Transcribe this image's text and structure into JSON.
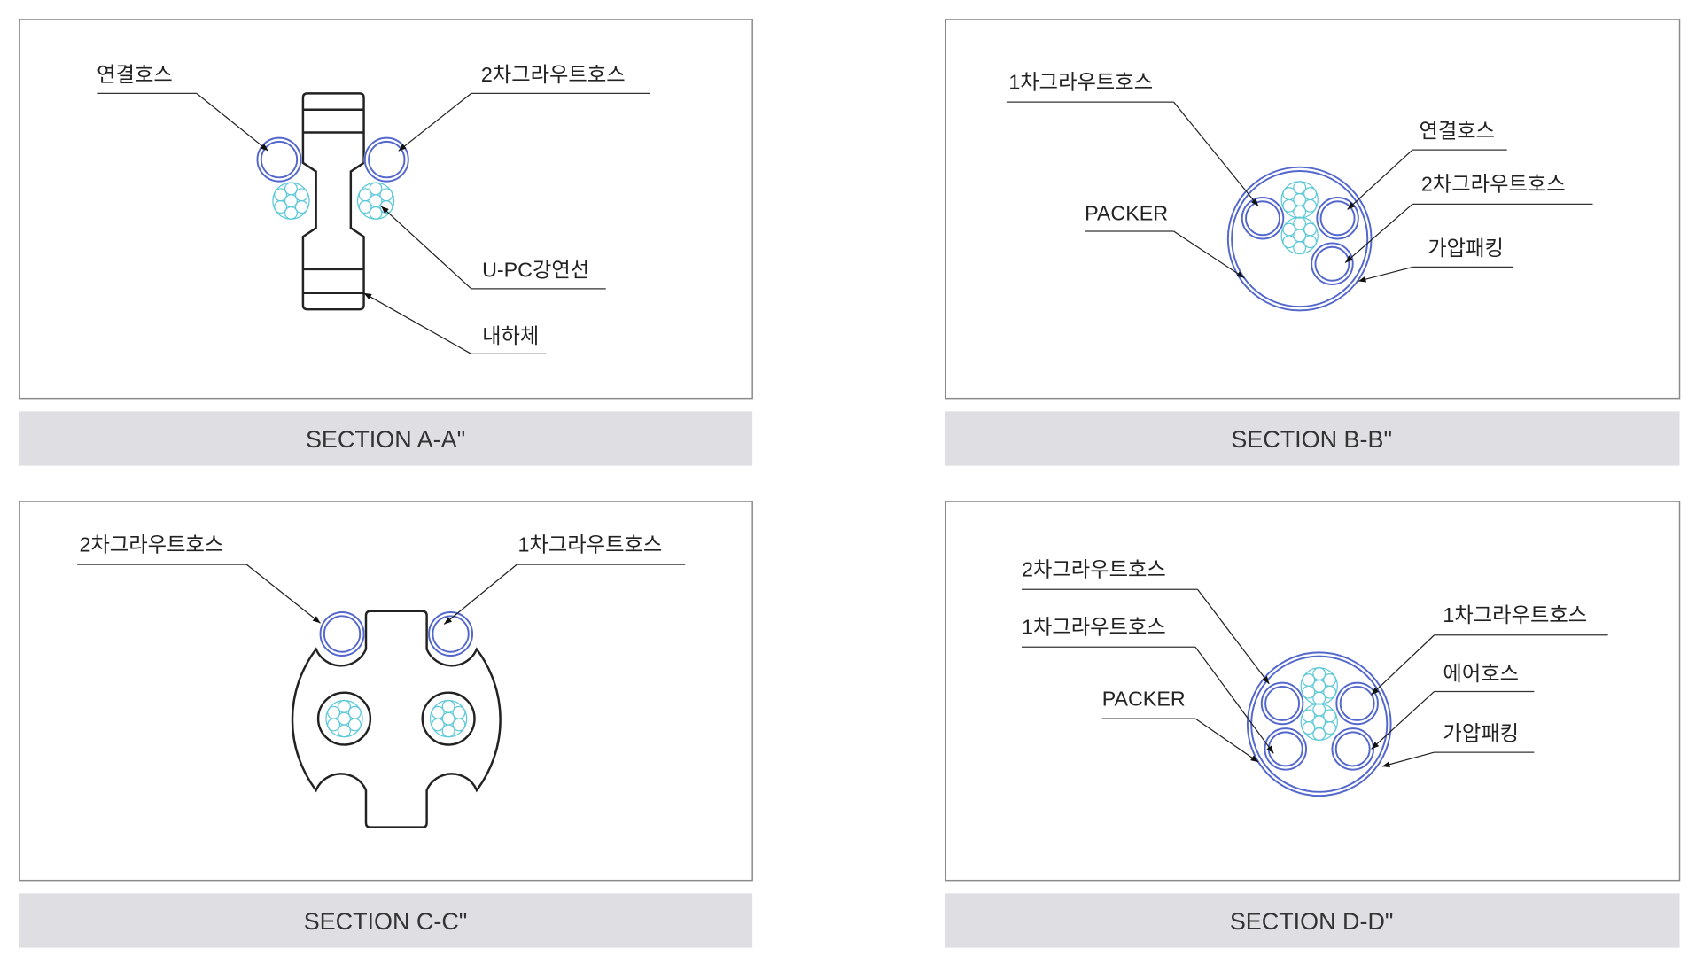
{
  "panels": [
    {
      "title": "SECTION A-A\"",
      "labels": [
        "연결호스",
        "2차그라우트호스",
        "U-PC강연선",
        "내하체"
      ]
    },
    {
      "title": "SECTION B-B\"",
      "labels": [
        "1차그라우트호스",
        "연결호스",
        "2차그라우트호스",
        "가압패킹",
        "PACKER"
      ]
    },
    {
      "title": "SECTION C-C\"",
      "labels": [
        "2차그라우트호스",
        "1차그라우트호스"
      ]
    },
    {
      "title": "SECTION D-D\"",
      "labels": [
        "2차그라우트호스",
        "1차그라우트호스",
        "PACKER",
        "1차그라우트호스",
        "에어호스",
        "가압패킹"
      ]
    }
  ],
  "colors": {
    "hose": "#5468cc",
    "strand": "#5cc8d8",
    "title_bar": "#dfdfe3"
  }
}
